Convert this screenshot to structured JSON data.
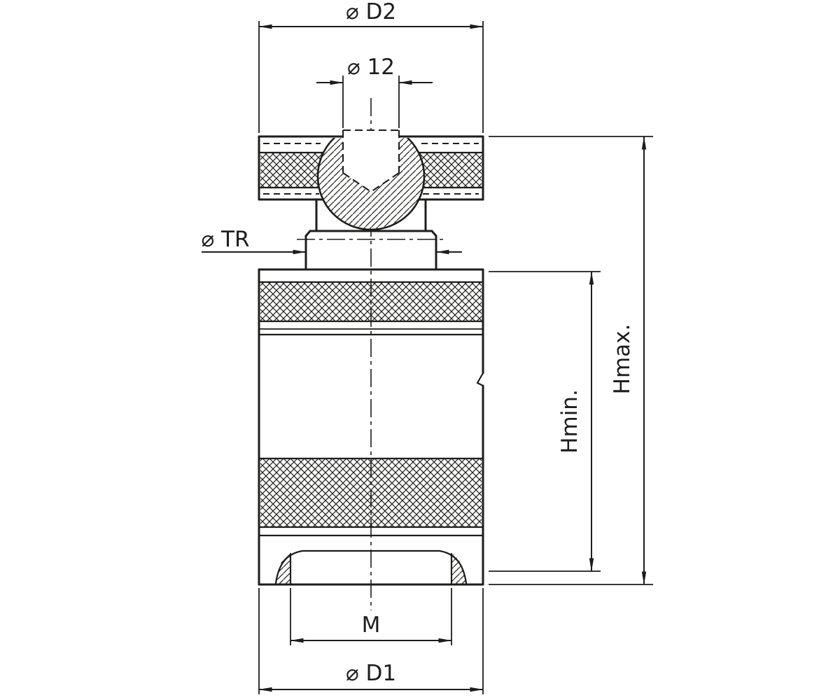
{
  "drawing": {
    "background": "#ffffff",
    "line_color": "#1d1d1b",
    "labels": {
      "d2": "⌀ D2",
      "bore12": "⌀ 12",
      "tr": "⌀ TR",
      "hmin": "Hmin.",
      "hmax": "Hmax.",
      "m": "M",
      "d1": "⌀ D1"
    }
  }
}
